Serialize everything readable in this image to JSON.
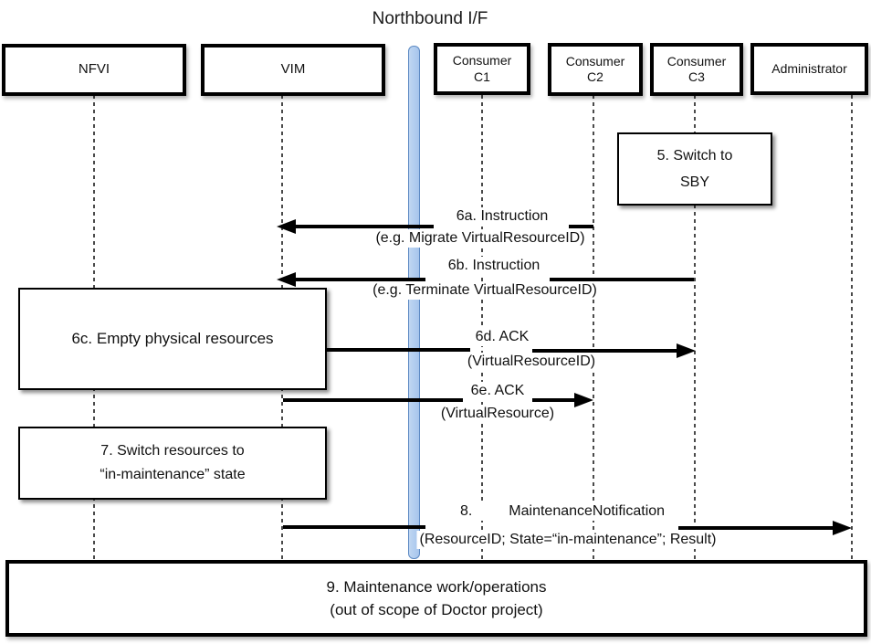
{
  "title": "Northbound I/F",
  "actors": [
    {
      "label": "NFVI"
    },
    {
      "label": "VIM"
    },
    {
      "label": "Consumer",
      "sub": "C1"
    },
    {
      "label": "Consumer",
      "sub": "C2"
    },
    {
      "label": "Consumer",
      "sub": "C3"
    },
    {
      "label": "Administrator"
    }
  ],
  "steps": {
    "step5": {
      "line1": "5. Switch to",
      "line2": "SBY"
    },
    "msg6a": {
      "title": "6a. Instruction",
      "detail": "(e.g. Migrate VirtualResourceID)"
    },
    "msg6b": {
      "title": "6b. Instruction",
      "detail": "(e.g. Terminate VirtualResourceID)"
    },
    "step6c": {
      "label": "6c. Empty physical resources"
    },
    "msg6d": {
      "title": "6d. ACK",
      "detail": "(VirtualResourceID)"
    },
    "msg6e": {
      "title": "6e. ACK",
      "detail": "(VirtualResource)"
    },
    "step7": {
      "line1": "7. Switch resources to",
      "line2": "“in-maintenance” state"
    },
    "msg8": {
      "number": "8.",
      "title": "MaintenanceNotification",
      "detail": "(ResourceID; State=“in-maintenance”; Result)"
    },
    "step9": {
      "line1": "9. Maintenance work/operations",
      "line2": "(out of scope of Doctor project)"
    }
  },
  "colors": {
    "bar_fill": "#A6C5EC",
    "bar_border": "#5E8BC4"
  }
}
